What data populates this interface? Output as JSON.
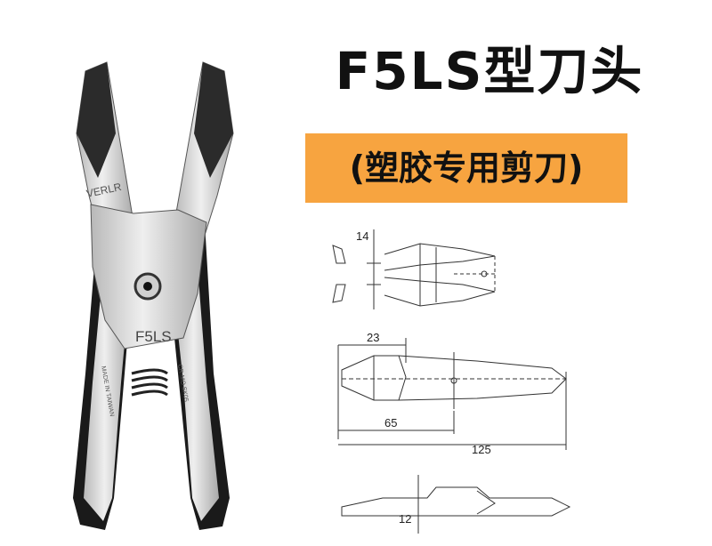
{
  "product": {
    "title": "F5LS型刀头",
    "subtitle": "(塑胶专用剪刀)",
    "brand_mark": "VERLR",
    "model_mark": "F5LS",
    "stamp_left": "MADE IN TAIWAN",
    "stamp_right": "CR-MO SK05"
  },
  "dimensions": {
    "blade_thickness": "14",
    "tip_length": "23",
    "pivot_distance": "65",
    "total_length": "125",
    "base_height": "12"
  },
  "colors": {
    "badge": "#f7a440",
    "steel": "#dcdcdc",
    "grip": "#1a1a1a"
  }
}
